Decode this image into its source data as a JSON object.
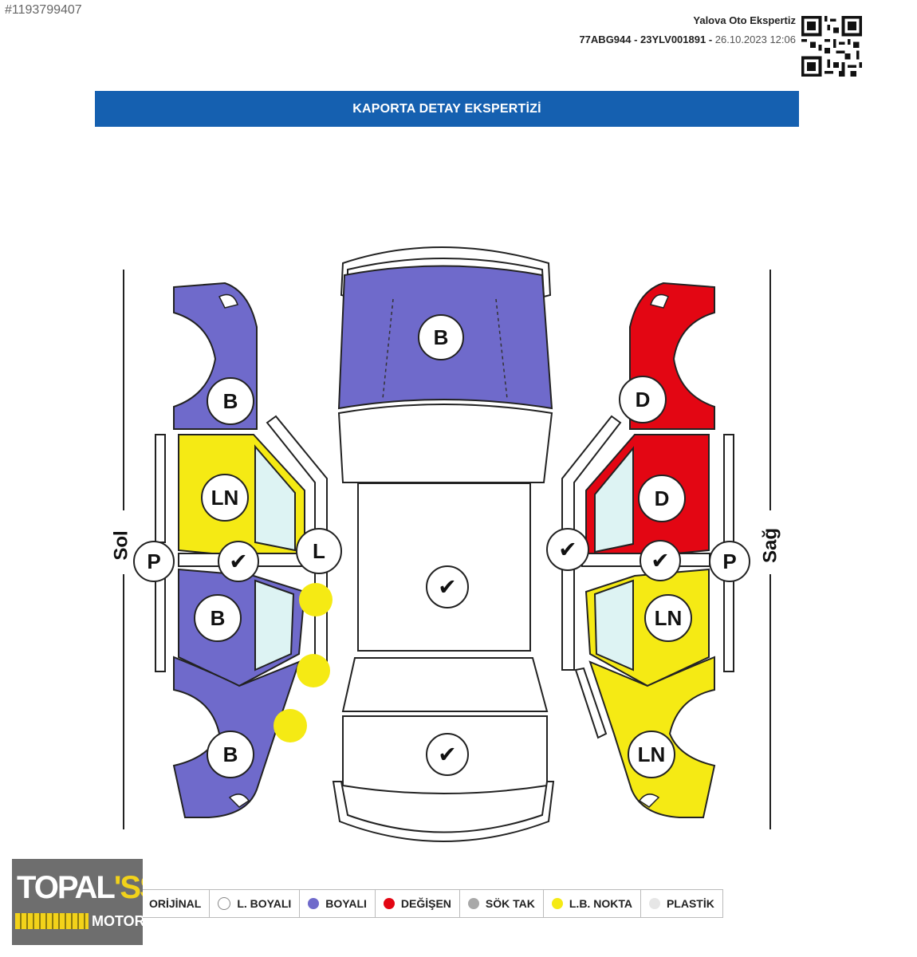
{
  "listing_id": "#1193799407",
  "header": {
    "company": "Yalova Oto Ekspertiz",
    "plate_code": "77ABG944 - 23YLV001891 -",
    "datetime": "26.10.2023 12:06"
  },
  "banner_title": "KAPORTA DETAY EKSPERTİZİ",
  "side_labels": {
    "left": "Sol",
    "right": "Sağ"
  },
  "colors": {
    "boyali": "#6f6acb",
    "degisen": "#e30613",
    "lb_nokta": "#f5ea14",
    "glass": "#ddf3f3",
    "banner": "#1560b0"
  },
  "parts": {
    "hood": {
      "code": "B",
      "status": "boyali"
    },
    "roof": {
      "code": "✔",
      "status": "orijinal"
    },
    "trunk": {
      "code": "✔",
      "status": "orijinal"
    },
    "left_front_fender": {
      "code": "B",
      "status": "boyali"
    },
    "left_front_door": {
      "code": "LN",
      "status": "lb_nokta"
    },
    "left_rear_door": {
      "code": "B",
      "status": "boyali"
    },
    "left_rear_fender": {
      "code": "B",
      "status": "boyali"
    },
    "left_pillar": {
      "code": "P"
    },
    "left_sill_check": {
      "code": "✔"
    },
    "left_roof_rail": {
      "code": "L"
    },
    "right_front_fender": {
      "code": "D",
      "status": "degisen"
    },
    "right_front_door": {
      "code": "D",
      "status": "degisen"
    },
    "right_rear_door": {
      "code": "LN",
      "status": "lb_nokta"
    },
    "right_rear_fender": {
      "code": "LN",
      "status": "lb_nokta"
    },
    "right_pillar": {
      "code": "P"
    },
    "right_sill_check": {
      "code": "✔"
    },
    "right_roof_rail_check": {
      "code": "✔"
    }
  },
  "legend": [
    {
      "label": "ORİJİNAL",
      "color": ""
    },
    {
      "label": "L. BOYALI",
      "color": "#ffffff"
    },
    {
      "label": "BOYALI",
      "color": "#6f6acb"
    },
    {
      "label": "DEĞİŞEN",
      "color": "#e30613"
    },
    {
      "label": "SÖK TAK",
      "color": "#a8a8a8"
    },
    {
      "label": "L.B. NOKTA",
      "color": "#f5ea14"
    },
    {
      "label": "PLASTİK",
      "color": "#e6e6e6"
    }
  ],
  "logo": {
    "main": "TOPAL",
    "accent": "'SS",
    "sub": "MOTORS"
  }
}
